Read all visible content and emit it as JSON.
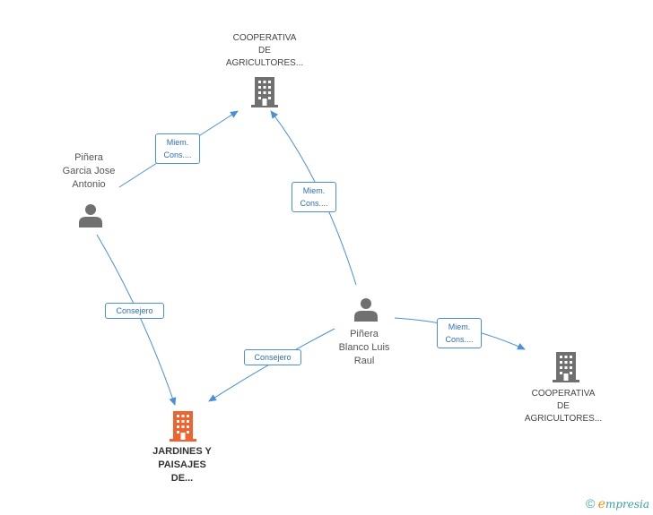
{
  "colors": {
    "edge": "#4a90d9",
    "company_icon": "#707070",
    "focus_icon": "#f0622e",
    "person_icon": "#707070"
  },
  "nodes": {
    "coop_top": {
      "lines": [
        "COOPERATIVA",
        "DE",
        "AGRICULTORES..."
      ],
      "icon": "building-icon"
    },
    "coop_right": {
      "lines": [
        "COOPERATIVA",
        "DE",
        "AGRICULTORES..."
      ],
      "icon": "building-icon"
    },
    "jardines": {
      "lines": [
        "JARDINES Y",
        "PAISAJES",
        "DE..."
      ],
      "icon": "building-icon"
    },
    "pinera_garcia": {
      "lines": [
        "Piñera",
        "Garcia Jose",
        "Antonio"
      ],
      "icon": "person-icon"
    },
    "pinera_blanco": {
      "lines": [
        "Piñera",
        "Blanco Luis",
        "Raul"
      ],
      "icon": "person-icon"
    }
  },
  "edges": {
    "garcia_coop": {
      "lines": [
        "Miem.",
        "Cons...."
      ]
    },
    "blanco_coop_top": {
      "lines": [
        "Miem.",
        "Cons...."
      ]
    },
    "blanco_coop_right": {
      "lines": [
        "Miem.",
        "Cons...."
      ]
    },
    "garcia_jardines": {
      "lines": [
        "Consejero"
      ]
    },
    "blanco_jardines": {
      "lines": [
        "Consejero"
      ]
    }
  },
  "brand": {
    "copyright": "©",
    "initial": "e",
    "rest": "mpresia"
  }
}
